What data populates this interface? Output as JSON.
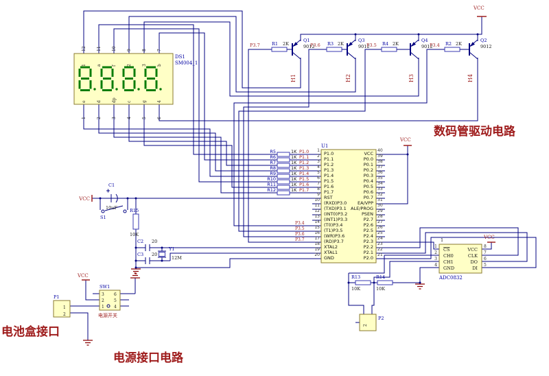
{
  "captions": {
    "driver": "数码管驱动电路",
    "battery": "电池盒接口",
    "power": "电源接口电路"
  },
  "nets": {
    "vcc": "VCC",
    "p3": [
      "P3.4",
      "P3.5",
      "P3.6",
      "P3.7"
    ]
  },
  "display": {
    "ref": "DS1",
    "part": "SM004_1",
    "top_nums": [
      "12",
      "11",
      "10",
      "9",
      "8",
      "7"
    ],
    "top_names": [
      "1",
      "a",
      "f",
      "2",
      "3",
      "b"
    ],
    "bot_names": [
      "e",
      "d",
      "dp",
      "c",
      "g",
      "4"
    ],
    "bot_nums": [
      "1",
      "2",
      "3",
      "4",
      "5",
      "6"
    ]
  },
  "drivers": {
    "stages": [
      {
        "net": "P3.7",
        "r": "R1",
        "rv": "2K",
        "q": "Q1",
        "qp": "9012",
        "tag": "H1"
      },
      {
        "net": "P3.6",
        "r": "R3",
        "rv": "2K",
        "q": "Q3",
        "qp": "9012",
        "tag": "H2"
      },
      {
        "net": "P3.5",
        "r": "R4",
        "rv": "2K",
        "q": "Q4",
        "qp": "9012",
        "tag": "H3"
      },
      {
        "net": "P3.4",
        "r": "R2",
        "rv": "2K",
        "q": "Q2",
        "qp": "9012",
        "tag": "H4"
      }
    ]
  },
  "pullups": {
    "refs": [
      "R5",
      "R6",
      "R7",
      "R8",
      "R9",
      "R10",
      "R11",
      "R12"
    ],
    "vals": [
      "1K",
      "1K",
      "1K",
      "1K",
      "1K",
      "1K",
      "1K",
      "1K"
    ],
    "nets": [
      "P1.0",
      "P1.1",
      "P1.2",
      "P1.3",
      "P1.4",
      "P1.5",
      "P1.6",
      "P1.7"
    ]
  },
  "mcu": {
    "ref": "U1",
    "left_nums": [
      "1",
      "2",
      "3",
      "4",
      "5",
      "6",
      "7",
      "8",
      "9",
      "10",
      "11",
      "12",
      "13",
      "14",
      "15",
      "16",
      "17",
      "18",
      "19",
      "20"
    ],
    "left_names": [
      "P1.0",
      "P1.1",
      "P1.2",
      "P1.3",
      "P1.4",
      "P1.5",
      "P1.6",
      "P1.7",
      "RST",
      "(RXD)P3.0",
      "(TXD)P3.1",
      "(INT0)P3.2",
      "(INT1)P3.3",
      "(T0)P3.4",
      "(T1)P3.5",
      "(WR)P3.6",
      "(RD)P3.7",
      "XTAL2",
      "XTAL1",
      "GND"
    ],
    "right_nums": [
      "40",
      "39",
      "38",
      "37",
      "36",
      "35",
      "34",
      "33",
      "32",
      "31",
      "30",
      "29",
      "28",
      "27",
      "26",
      "25",
      "24",
      "23",
      "22",
      "21"
    ],
    "right_names": [
      "VCC",
      "P0.0",
      "P0.1",
      "P0.2",
      "P0.3",
      "P0.4",
      "P0.5",
      "P0.6",
      "P0.7",
      "EA/VPP",
      "ALE/PROG",
      "PSEN",
      "P2.7",
      "P2.6",
      "P2.5",
      "P2.4",
      "P2.3",
      "P2.2",
      "P2.1",
      "P2.0"
    ]
  },
  "adc": {
    "part": "ADC0832",
    "pin1_flag": "1",
    "left_names": [
      "CS",
      "CH0",
      "CH1",
      "GND"
    ],
    "left_nums": [
      "1",
      "2",
      "3",
      "4"
    ],
    "right_names": [
      "VCC",
      "CLK",
      "DO",
      "DI"
    ],
    "right_nums": [
      "8",
      "7",
      "6",
      "5"
    ]
  },
  "reset": {
    "c1": "C1",
    "c1v": "10uF",
    "s1": "S1",
    "r15": "R15",
    "r15v": "10K"
  },
  "osc": {
    "c2": "C2",
    "c2v": "20",
    "c3": "C3",
    "c3v": "20",
    "y1": "Y1",
    "y1v": "12M"
  },
  "sense": {
    "r13": "R13",
    "r13v": "10K",
    "r14": "R14",
    "r14v": "10K",
    "p2": "P2",
    "p2pin": "2"
  },
  "pwr": {
    "p1": "P1",
    "p1pins": [
      "1",
      "2"
    ],
    "sw1": "SW1",
    "swname": "电源开关",
    "swl": [
      "3",
      "2",
      "1"
    ],
    "swr": [
      "6",
      "5",
      "4"
    ]
  },
  "colors": {
    "wire": "#000080",
    "ref_text": "#0000A2",
    "net_text": "#9E2020",
    "part_fill": "#FFFFC6",
    "segment_green": "#0B7D0B",
    "caption_red": "#9E1B1B"
  }
}
